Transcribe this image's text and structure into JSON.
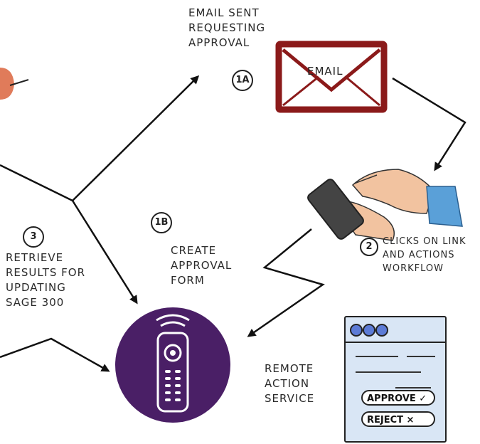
{
  "nodes": {
    "email_sent": {
      "text": "EMAIL SENT\nREQUESTING\nAPPROVAL",
      "step": "1A"
    },
    "email_envelope": {
      "label": "EMAIL"
    },
    "clicks_link": {
      "text": "CLICKS ON LINK\nAND ACTIONS\nWORKFLOW",
      "step": "2"
    },
    "create_form": {
      "text": "CREATE\nAPPROVAL\nFORM",
      "step": "1B"
    },
    "retrieve_results": {
      "text": "RETRIEVE\nRESULTS FOR\nUPDATING\nSAGE 300",
      "step": "3"
    },
    "remote_action": {
      "text": "REMOTE\nACTION\nSERVICE"
    },
    "approval_window": {
      "approve_label": "APPROVE ✓",
      "reject_label": "REJECT  ×"
    }
  },
  "colors": {
    "envelope_border": "#8b1a1a",
    "remote_circle": "#4a1f66",
    "window_bg": "#d9e6f5",
    "window_dots": "#5c7bd6",
    "hand_skin": "#f2c3a0",
    "sleeve": "#5aa0d8"
  },
  "icons": [
    "email-envelope-icon",
    "hand-phone-icon",
    "remote-control-icon",
    "approval-window-icon"
  ]
}
